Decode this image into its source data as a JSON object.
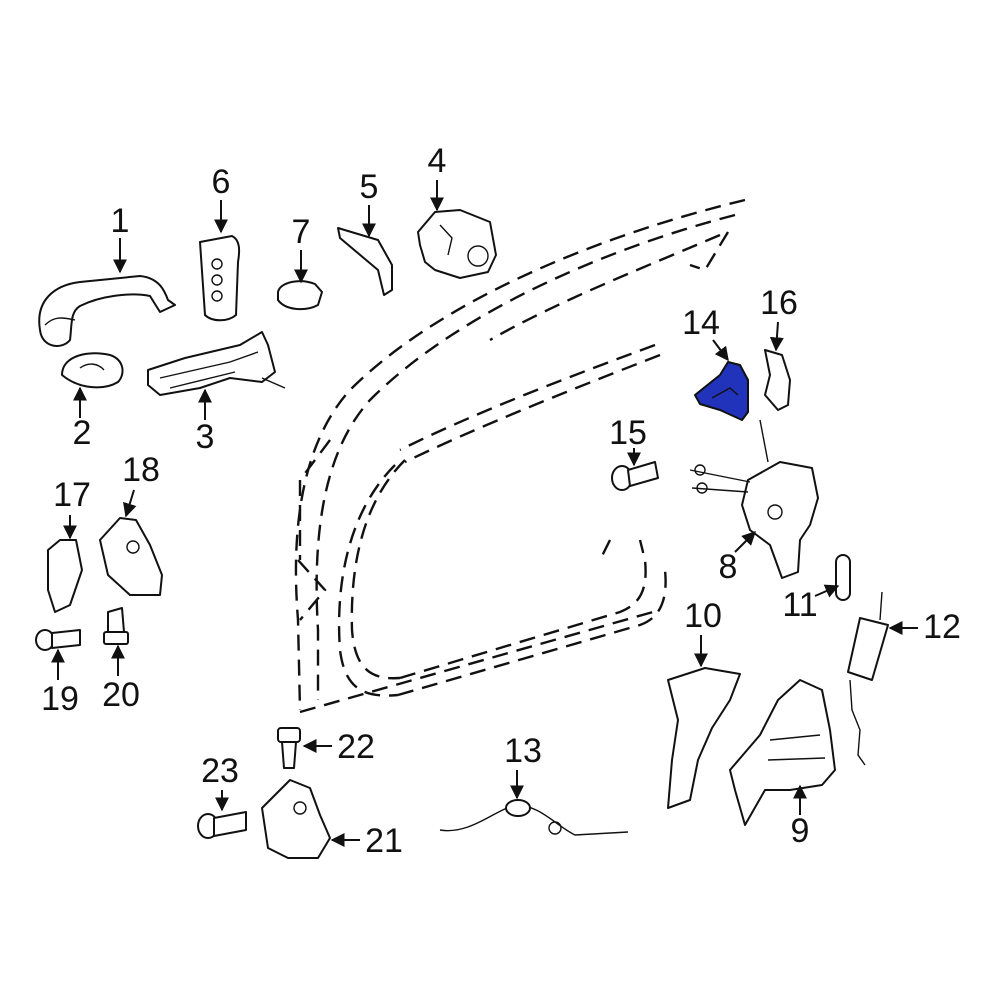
{
  "diagram": {
    "highlight_color": "#2233bb",
    "callouts": [
      "1",
      "2",
      "3",
      "4",
      "5",
      "6",
      "7",
      "8",
      "9",
      "10",
      "11",
      "12",
      "13",
      "14",
      "15",
      "16",
      "17",
      "18",
      "19",
      "20",
      "21",
      "22",
      "23"
    ],
    "highlighted_part": "14"
  }
}
